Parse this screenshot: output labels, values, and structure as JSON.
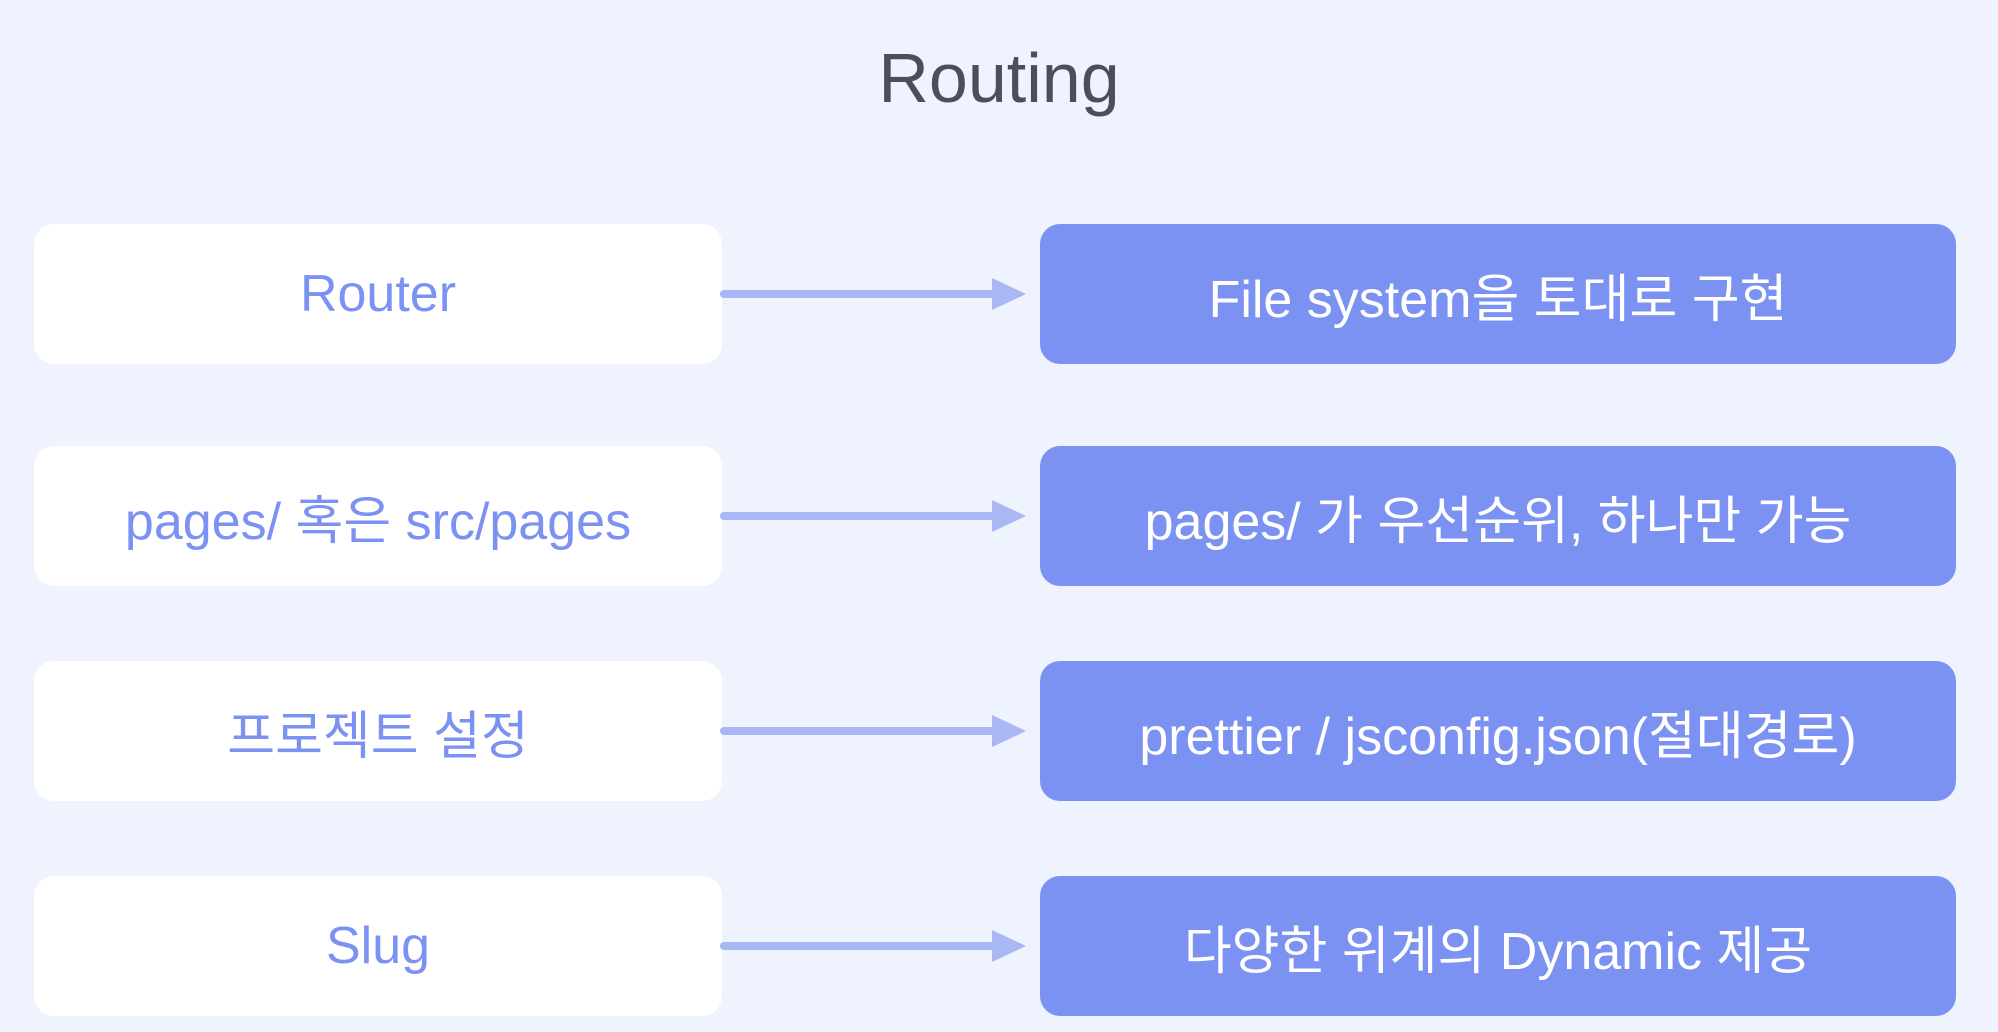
{
  "title": "Routing",
  "colors": {
    "background": "#eef3fe",
    "accent": "#7b92f2",
    "left_box": "#ffffff",
    "title_text": "#4a4f5a",
    "arrow": "#a9b8f4"
  },
  "rows": [
    {
      "left": "Router",
      "right": "File system을 토대로 구현"
    },
    {
      "left": "pages/ 혹은 src/pages",
      "right": "pages/ 가 우선순위, 하나만 가능"
    },
    {
      "left": "프로젝트 설정",
      "right": "prettier / jsconfig.json(절대경로)"
    },
    {
      "left": "Slug",
      "right": "다양한 위계의 Dynamic 제공"
    }
  ]
}
